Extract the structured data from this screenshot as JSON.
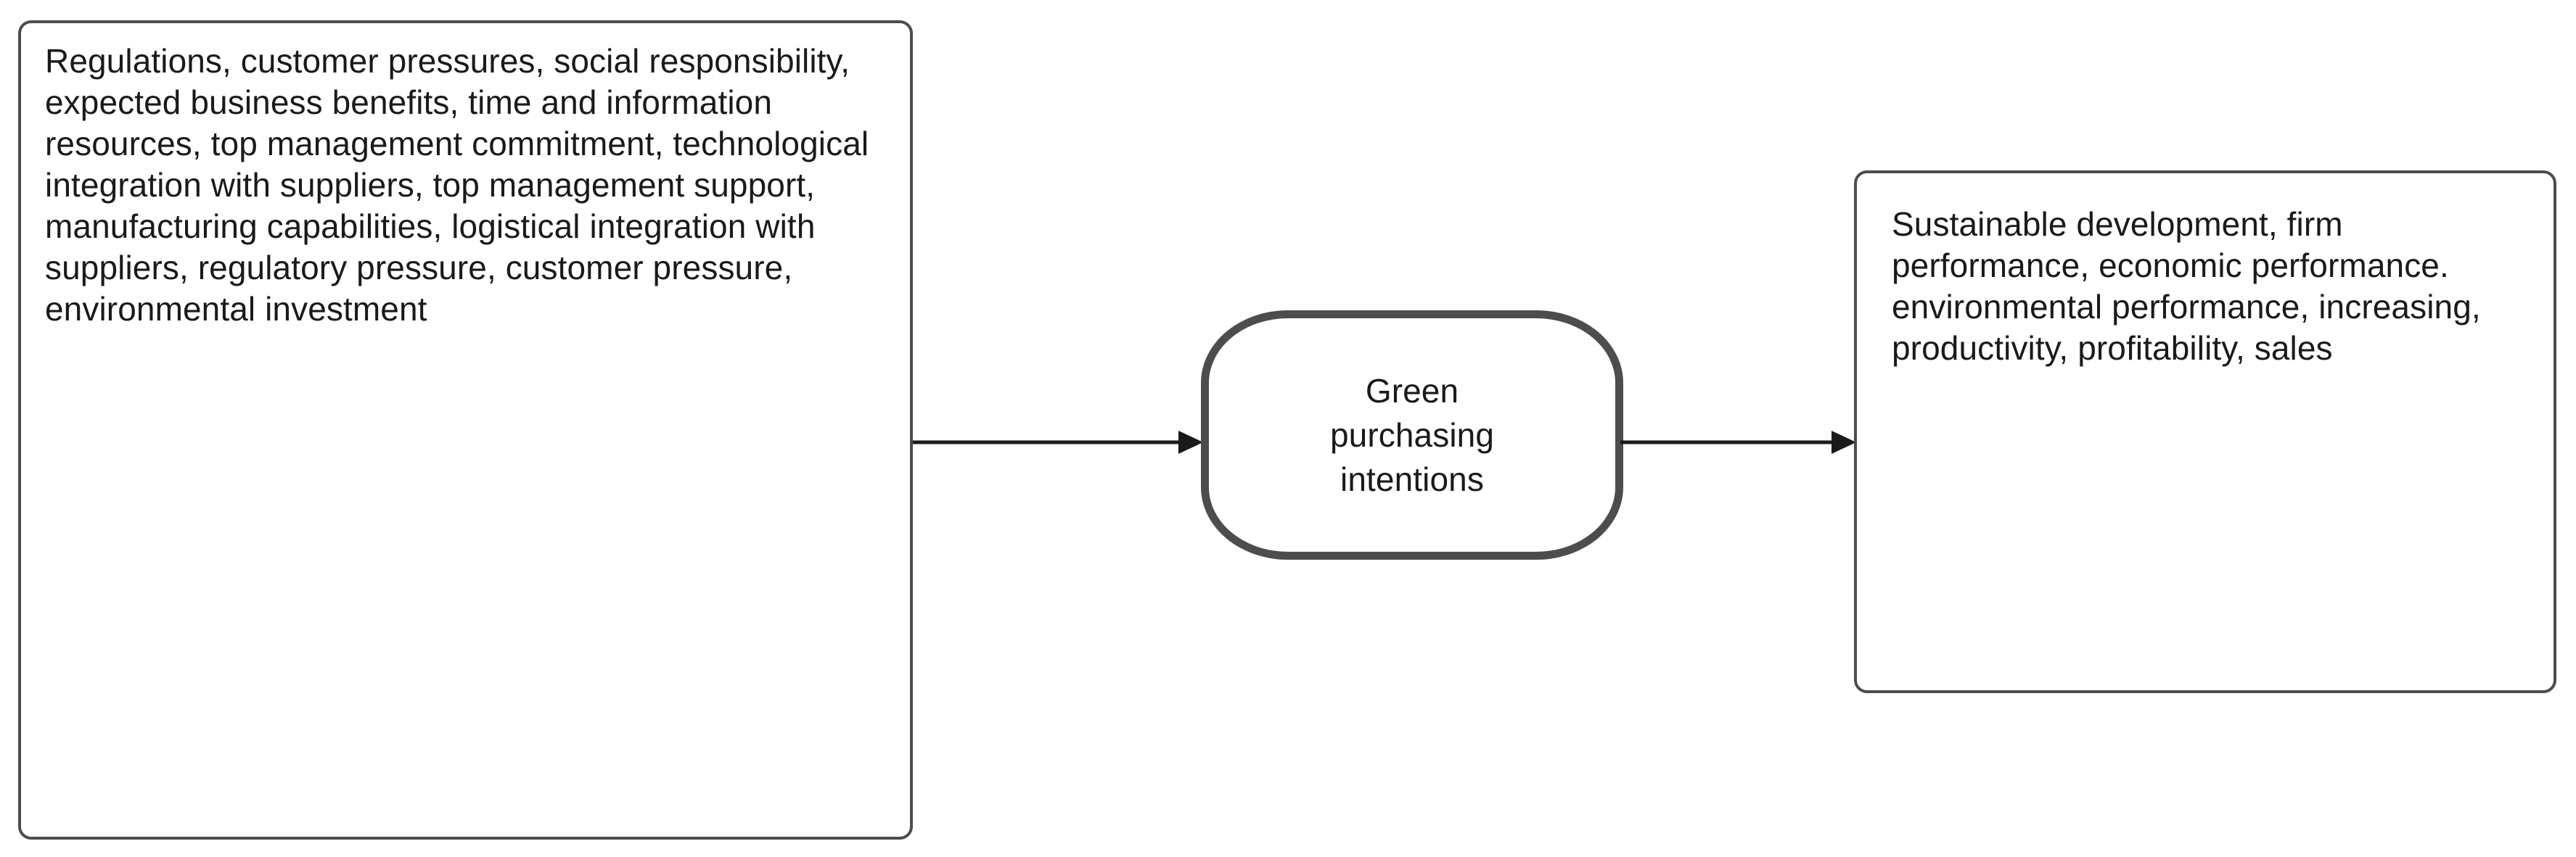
{
  "diagram": {
    "title": "Green purchasing intentions antecedents and outcomes flow",
    "colors": {
      "node_border": "#4d4d4d",
      "node_fill": "#ffffff",
      "text": "#1a1a1a",
      "arrow": "#1a1a1a",
      "background": "#ffffff"
    },
    "nodes": {
      "antecedents": {
        "id": "antecedents",
        "shape": "rounded-rectangle",
        "text": "Regulations, customer pressures, social responsibility, expected business benefits, time and information resources, top management commitment, technological integration with suppliers, top management support, manufacturing capabilities, logistical integration with suppliers, regulatory pressure, customer pressure, environmental investment",
        "lines": [
          "Regulations, customer pressures,",
          "social responsibility, expected",
          "business benefits, time and",
          "information resources, top",
          "management commitment,",
          "technological integration with",
          "suppliers, top management",
          "support, manufacturing capabilities,",
          "logistical integration with suppliers,",
          "regulatory pressure, customer",
          "pressure, environmental",
          "investment"
        ],
        "align": "left"
      },
      "construct": {
        "id": "green-purchasing-intentions",
        "shape": "stadium",
        "text": "Green\npurchasing\nintentions",
        "lines": [
          "Green",
          "purchasing",
          "intentions"
        ],
        "align": "center"
      },
      "outcomes": {
        "id": "outcomes",
        "shape": "rounded-rectangle",
        "text": "Sustainable development, firm performance, economic performance. environmental performance, increasing, productivity, profitability, sales",
        "lines": [
          "Sustainable development,",
          "firm performance,",
          "economic performance.",
          "environmental",
          "performance, increasing,",
          "productivity, profitability,",
          "sales"
        ],
        "align": "left"
      }
    },
    "edges": [
      {
        "id": "antecedents-to-construct",
        "from": "antecedents",
        "to": "green-purchasing-intentions",
        "label": "",
        "style": "solid",
        "arrowhead": "filled-triangle"
      },
      {
        "id": "construct-to-outcomes",
        "from": "green-purchasing-intentions",
        "to": "outcomes",
        "label": "",
        "style": "solid",
        "arrowhead": "filled-triangle"
      }
    ]
  }
}
